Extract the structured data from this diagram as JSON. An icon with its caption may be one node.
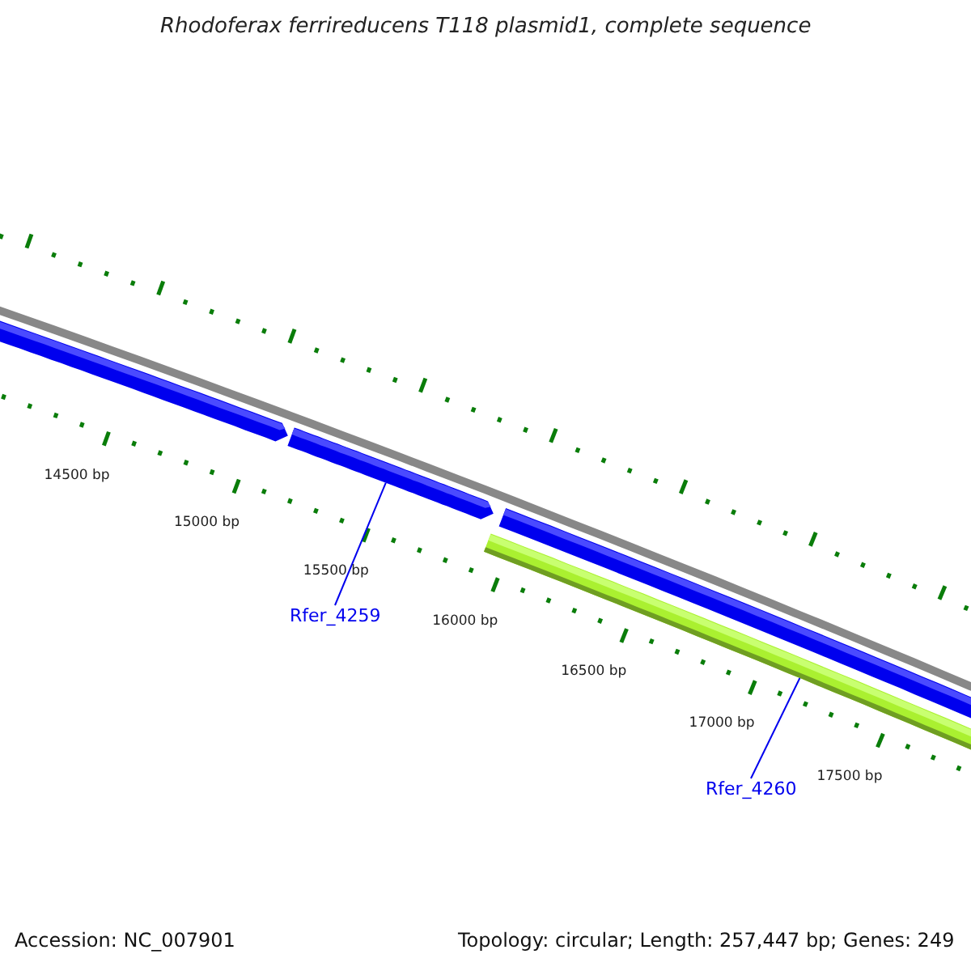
{
  "diagram": {
    "title": "Rhodoferax ferrireducens T118 plasmid1, complete sequence",
    "nodes": [
      {
        "text": [],
        "shape": "bar"
      },
      {
        "text": [],
        "shape": "bar"
      },
      {
        "text": [],
        "shape": "bar"
      },
      {
        "text": [],
        "shape": "bar"
      },
      {
        "text": [
          "Rfer_4259"
        ]
      },
      {
        "text": [
          "Rfer_4260"
        ]
      }
    ],
    "edges": [
      {
        "from": 4,
        "to": 1,
        "arrow": "none"
      },
      {
        "from": 5,
        "to": 3,
        "arrow": "none"
      }
    ],
    "labels": [
      "14500 bp",
      "15000 bp",
      "15500 bp",
      "16000 bp",
      "16500 bp",
      "17000 bp",
      "17500 bp",
      "Accession: NC_007901",
      "Topology: circular; Length: 257,447 bp; Genes: 249"
    ]
  }
}
